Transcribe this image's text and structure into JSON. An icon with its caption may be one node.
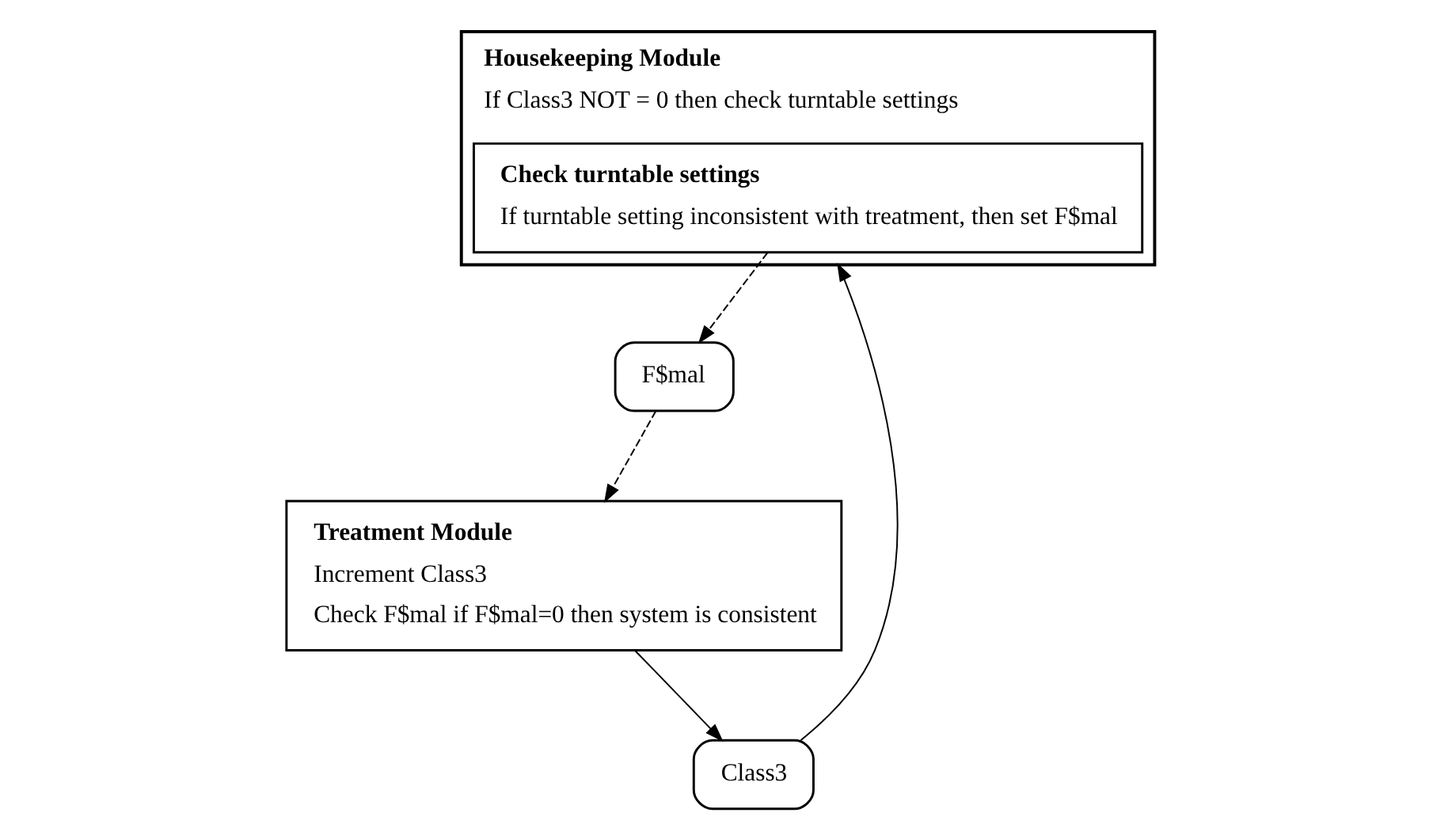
{
  "diagram": {
    "nodes": [
      {
        "text": [
          "Housekeeping Module",
          "If Class3 NOT = 0 then check turntable settings"
        ]
      },
      {
        "text": [
          "Check turntable settings",
          "If turntable setting inconsistent with treatment, then set F$mal"
        ],
        "in": 0
      },
      {
        "text": [
          "Treatment Module",
          "Increment Class3",
          "Check F$mal if F$mal=0 then system is consistent"
        ]
      },
      {
        "text": [
          "F$mal"
        ]
      },
      {
        "text": [
          "Class3"
        ]
      }
    ],
    "edges": [
      {
        "from": 1,
        "to": 3,
        "arrow": "to",
        "style": "dashed"
      },
      {
        "from": 3,
        "to": 2,
        "arrow": "to",
        "style": "dashed"
      },
      {
        "from": 2,
        "to": 4,
        "arrow": "to"
      },
      {
        "from": 4,
        "to": 0,
        "arrow": "to"
      }
    ]
  }
}
